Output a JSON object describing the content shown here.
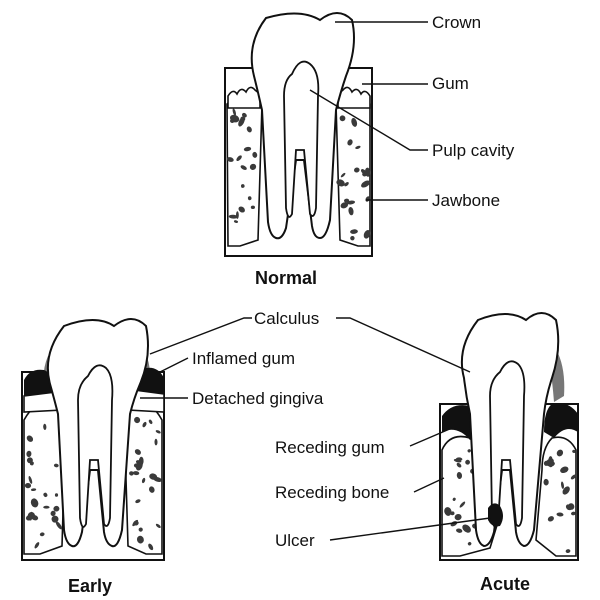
{
  "panels": {
    "normal": {
      "caption": "Normal",
      "labels": {
        "crown": "Crown",
        "gum": "Gum",
        "pulp_cavity": "Pulp cavity",
        "jawbone": "Jawbone"
      }
    },
    "early": {
      "caption": "Early",
      "labels": {
        "inflamed_gum": "Inflamed gum",
        "detached_gingiva": "Detached gingiva"
      }
    },
    "acute": {
      "caption": "Acute",
      "labels": {
        "receding_gum": "Receding gum",
        "receding_bone": "Receding bone",
        "ulcer": "Ulcer"
      }
    },
    "shared": {
      "calculus": "Calculus"
    }
  },
  "colors": {
    "ink": "#111111",
    "calculus": "#777777",
    "background": "#ffffff"
  }
}
